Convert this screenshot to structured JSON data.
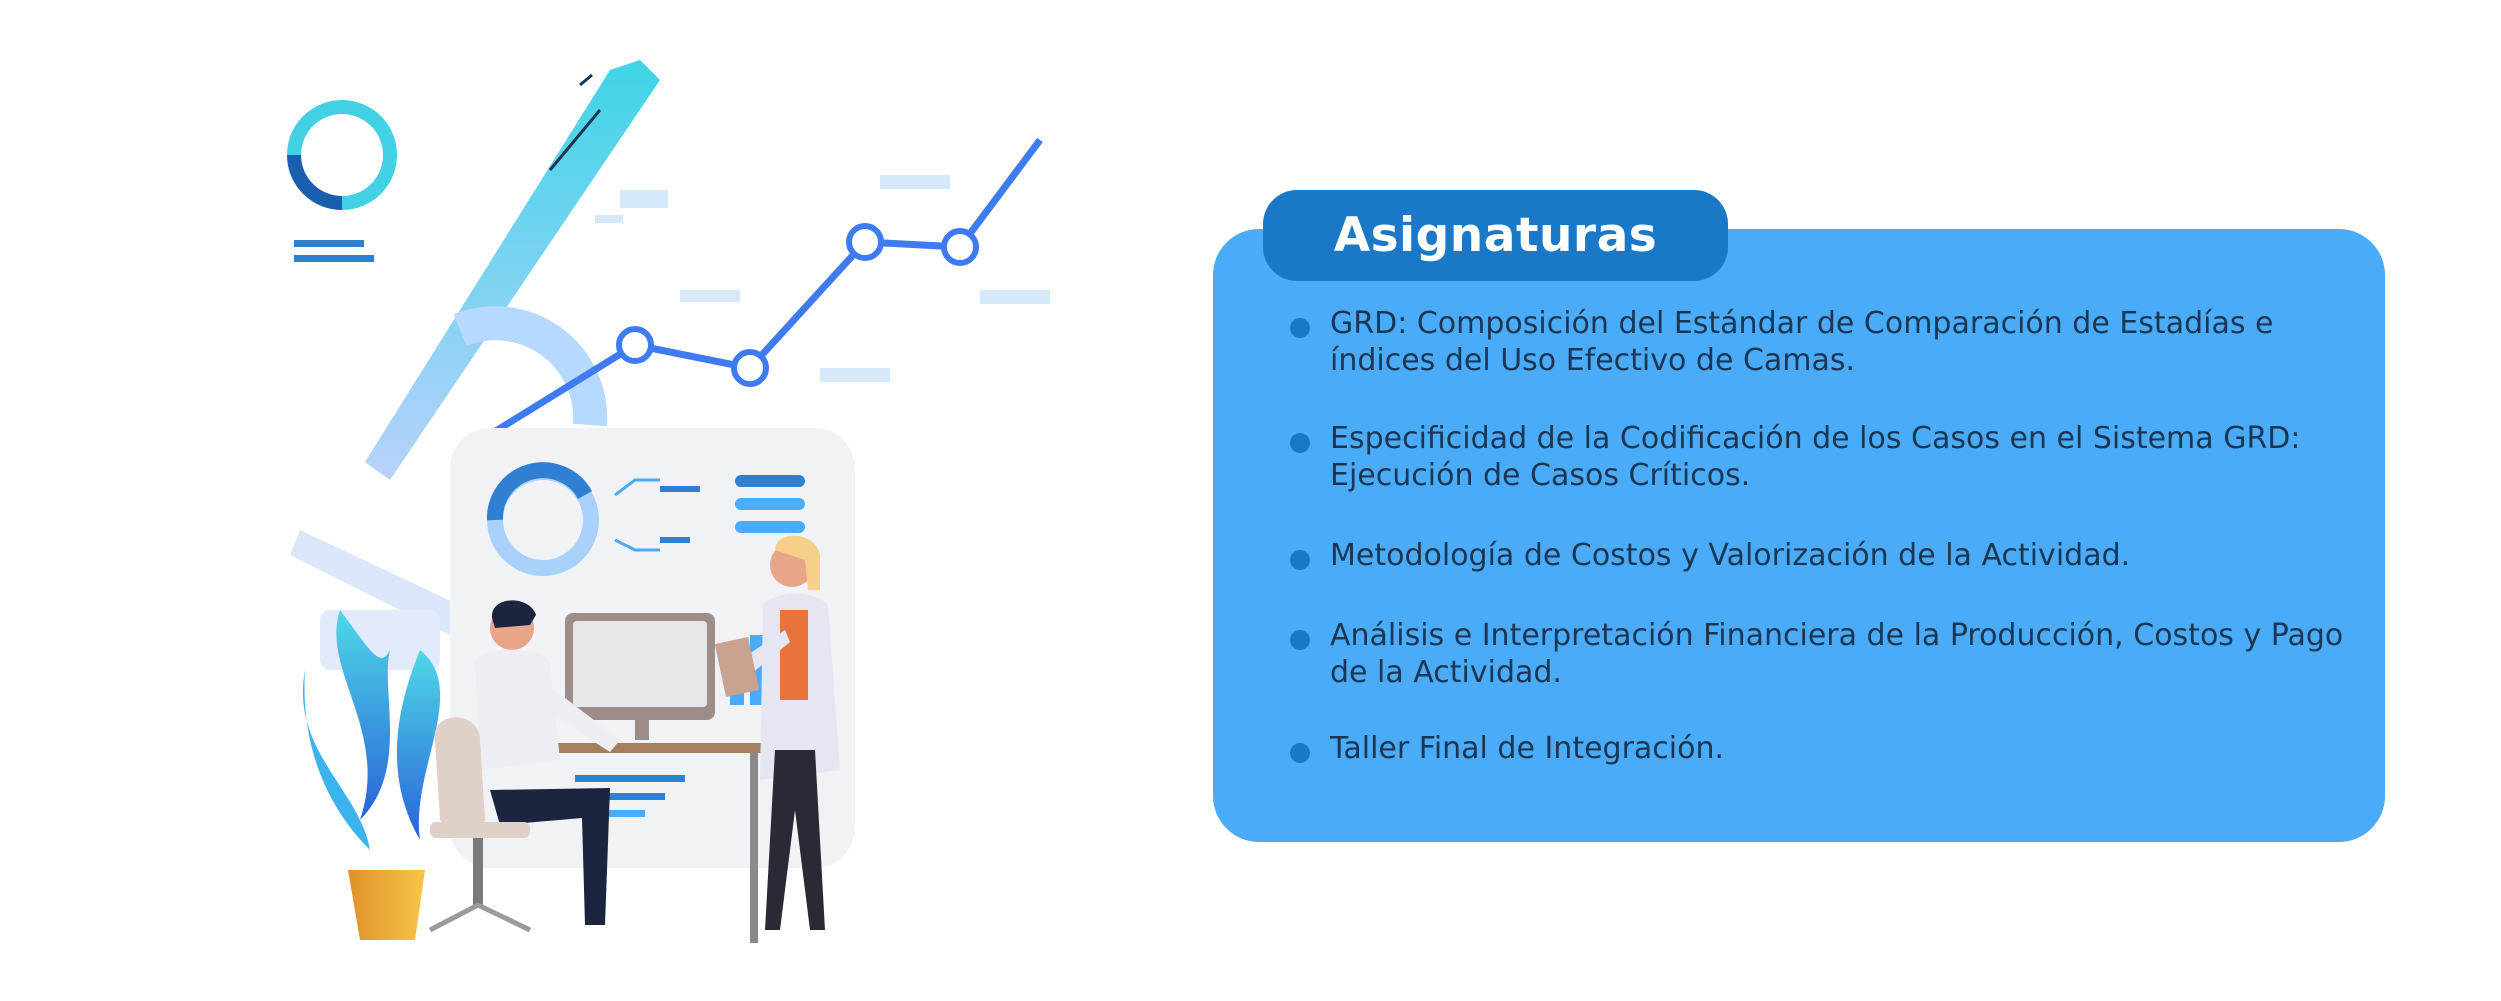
{
  "colors": {
    "background": "#ffffff",
    "card": "#4aacf9",
    "tab": "#1a78c7",
    "tab_text": "#ffffff",
    "bullet": "#1a78c7",
    "item_text": "#1b3652"
  },
  "panel": {
    "title": "Asignaturas",
    "items": [
      {
        "text": "GRD: Composición del Estándar de Comparación de Estadías e índices del Uso Efectivo de Camas."
      },
      {
        "text": "Especificidad de la Codificación de los Casos en el Sistema GRD: Ejecución de Casos Críticos."
      },
      {
        "text": "Metodología de Costos y Valorización de la Actividad."
      },
      {
        "text": "Análisis e Interpretación Financiera de la Producción, Costos y Pago de la Actividad."
      },
      {
        "text": "Taller Final de Integración."
      }
    ]
  }
}
